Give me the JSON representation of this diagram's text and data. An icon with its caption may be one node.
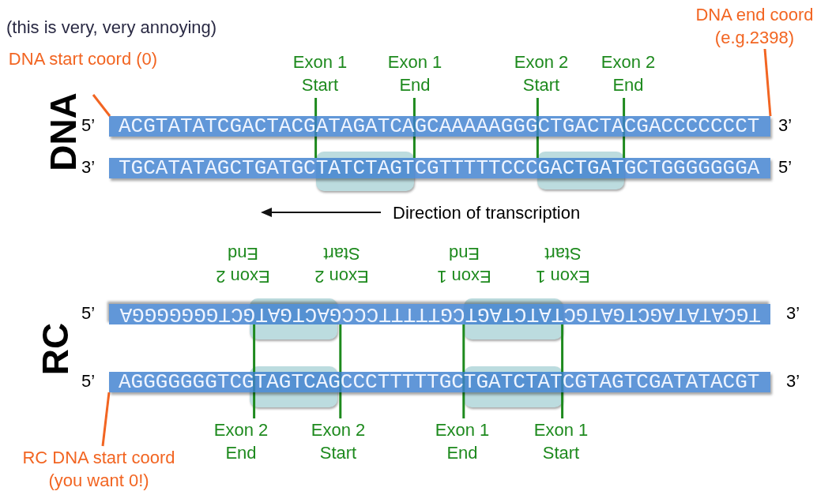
{
  "diagram": {
    "nodes": [
      {
        "text": [
          "DNA start coord (0)"
        ]
      },
      {
        "text": [
          "ACGTATATCGACTACGATAGATCAGCAAAAAGGGCTGACTACGACCCCCCCT"
        ],
        "beside": [
          "5’",
          "3’"
        ]
      },
      {
        "text": [
          "DNA end coord (e.g.2398)"
        ]
      },
      {
        "text": [
          "Exon 1 Start"
        ]
      },
      {
        "text": [
          "Exon 1 End"
        ]
      },
      {
        "text": [
          "Exon 2 Start"
        ]
      },
      {
        "text": [
          "Exon 2 End"
        ]
      },
      {
        "text": [
          "TGCATATAGCTGATGCTATCTAGTCGTTTTTCCCGACTGATGCTGGGGGGGA"
        ],
        "beside": [
          "3’",
          "5’"
        ]
      },
      {
        "text": [
          "Exon 2 End"
        ]
      },
      {
        "text": [
          "Exon 2 Start"
        ]
      },
      {
        "text": [
          "Exon 1 End"
        ]
      },
      {
        "text": [
          "Exon 1 Start"
        ]
      },
      {
        "text": [
          "TGCATATAGCTGATGCTATCTAGTCGTTTTTCCCGACTGATGCTGGGGGGGA"
        ],
        "beside": [
          "5’",
          "3’"
        ]
      },
      {
        "text": [
          "AGGGGGGGTCGTAGTCAGCCCTTTTTGCTGATCTATCGTAGTCGATATACGT"
        ],
        "beside": [
          "5’",
          "3’"
        ]
      },
      {
        "text": [
          "Exon 2 End"
        ]
      },
      {
        "text": [
          "Exon 2 Start"
        ]
      },
      {
        "text": [
          "Exon 1 End"
        ]
      },
      {
        "text": [
          "Exon 1 Start"
        ]
      },
      {
        "text": [
          "RC DNA start coord (you want 0!)"
        ]
      }
    ],
    "edges": [
      {
        "from": 0,
        "to": 1,
        "arrow": "none",
        "color": "#f26522"
      },
      {
        "from": 2,
        "to": 1,
        "arrow": "none",
        "color": "#f26522"
      },
      {
        "from": 3,
        "to": 7,
        "arrow": "none"
      },
      {
        "from": 4,
        "to": 7,
        "arrow": "none"
      },
      {
        "from": 5,
        "to": 7,
        "arrow": "none"
      },
      {
        "from": 6,
        "to": 7,
        "arrow": "none"
      },
      {
        "from": 14,
        "to": 12,
        "arrow": "none"
      },
      {
        "from": 15,
        "to": 12,
        "arrow": "none"
      },
      {
        "from": 16,
        "to": 12,
        "arrow": "none"
      },
      {
        "from": 17,
        "to": 12,
        "arrow": "none"
      },
      {
        "from": 18,
        "to": 13,
        "arrow": "none",
        "color": "#f26522"
      }
    ],
    "labels": [
      "(this is very, very annoying)",
      "DNA",
      "Direction of transcription",
      "RC"
    ]
  }
}
